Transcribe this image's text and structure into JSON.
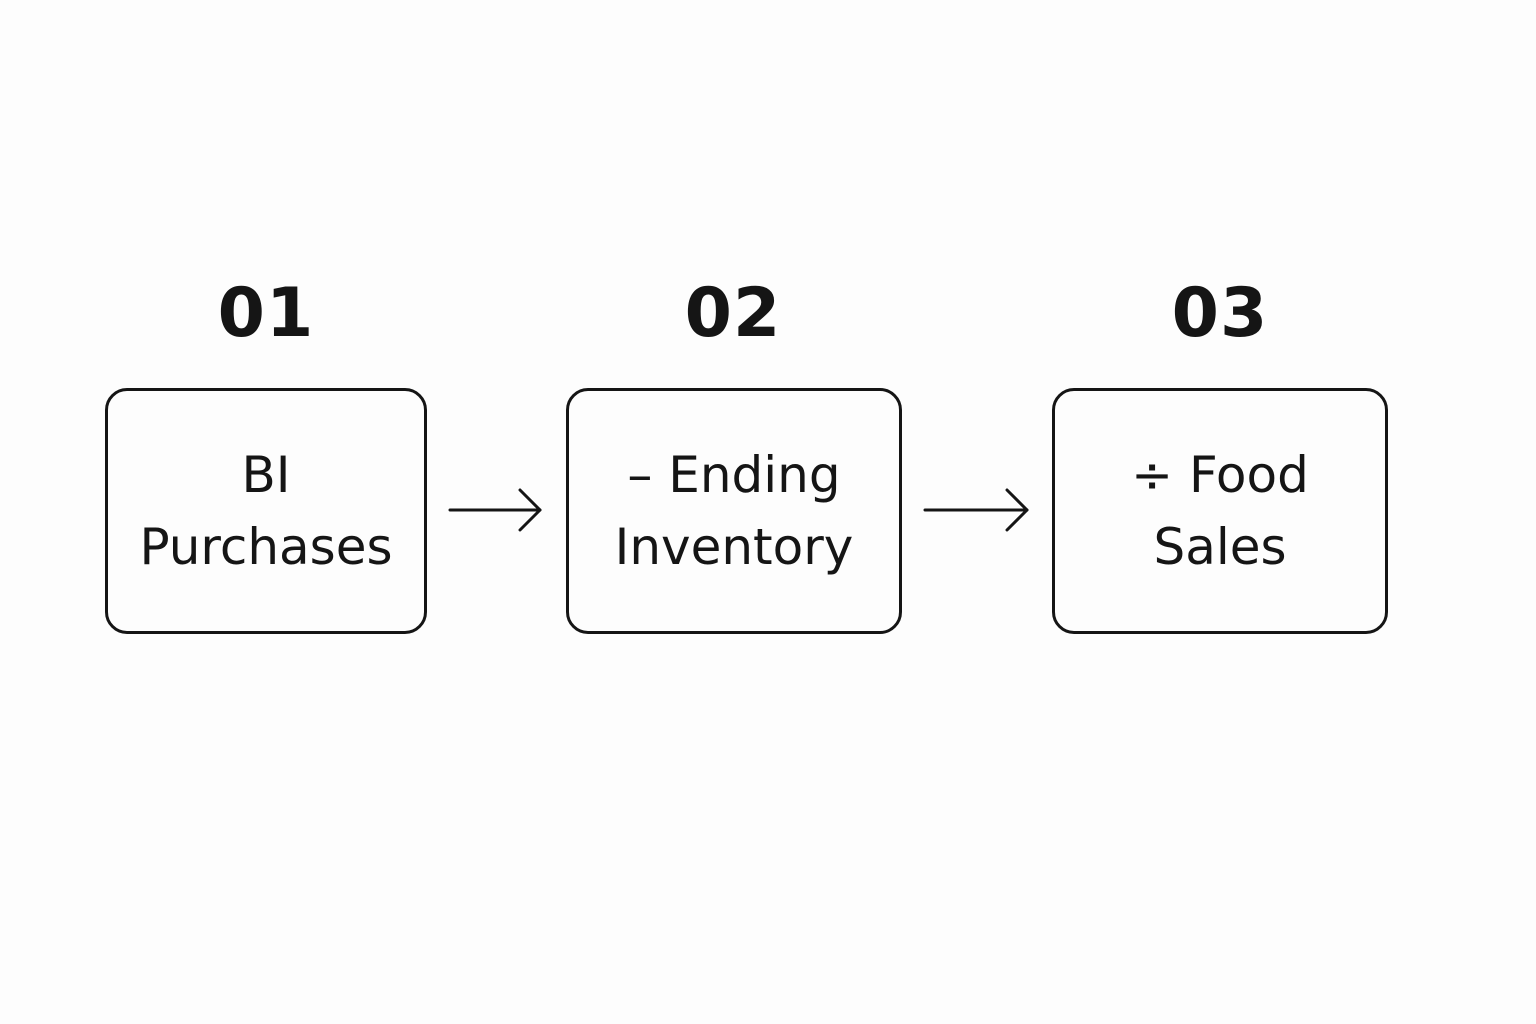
{
  "steps": [
    {
      "number": "01",
      "line1": "BI",
      "line2": "Purchases"
    },
    {
      "number": "02",
      "line1": "– Ending",
      "line2": "Inventory"
    },
    {
      "number": "03",
      "line1": "÷ Food",
      "line2": "Sales"
    }
  ],
  "colors": {
    "background": "#fdfdfd",
    "ink": "#151515"
  },
  "icons": [
    "arrow-right-icon",
    "arrow-right-icon"
  ]
}
